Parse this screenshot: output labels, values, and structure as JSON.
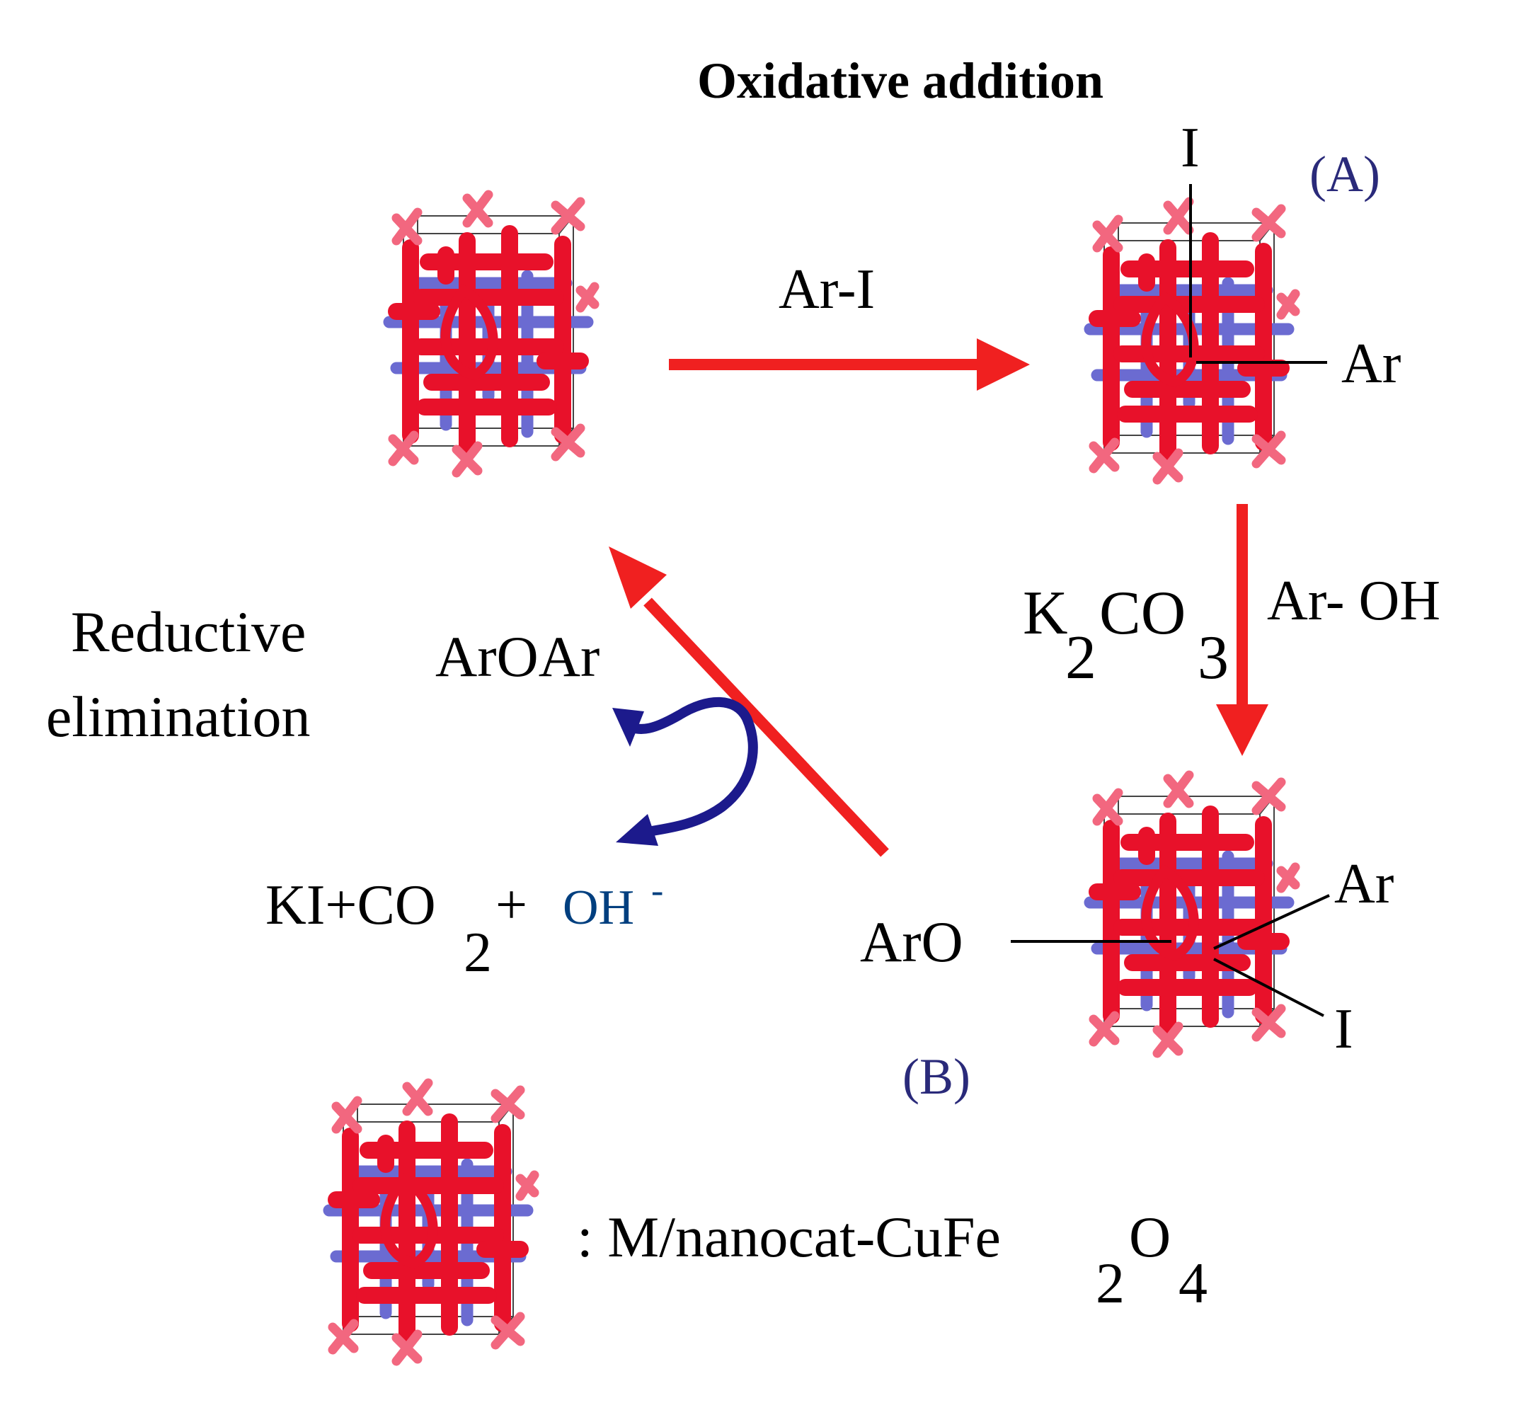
{
  "title": "Oxidative addition",
  "steps": {
    "reagent_top": "Ar-I",
    "reagent_right_base": {
      "main": "K",
      "sub1": "2",
      "mid": "CO",
      "sub2": "3"
    },
    "reagent_right_phenol": "Ar- OH",
    "reductive_line1": "Reductive",
    "reductive_line2": "elimination",
    "product": "ArOAr",
    "byproducts": {
      "part1": "KI+CO",
      "sub": "2",
      "part2": " + ",
      "oh": "OH",
      "charge": "-"
    }
  },
  "intermediates": {
    "a_label": "(A)",
    "b_label": "(B)",
    "a_iodine": "I",
    "a_aryl": "Ar",
    "b_aryloxy": "ArO",
    "b_aryl": "Ar",
    "b_iodine": "I"
  },
  "legend": {
    "prefix": ": M/nanocat-CuFe",
    "sub1": "2",
    "mid": "O",
    "sub2": "4"
  },
  "colors": {
    "arrow_red": "#f02020",
    "arrow_blue": "#1c1a8c",
    "label_blue": "#2a2a7a",
    "oxygen_red": "#e8112a",
    "metal_blue": "#6b6bd1",
    "corner_pink": "#f2677f",
    "oh_blue": "#003f7f"
  }
}
